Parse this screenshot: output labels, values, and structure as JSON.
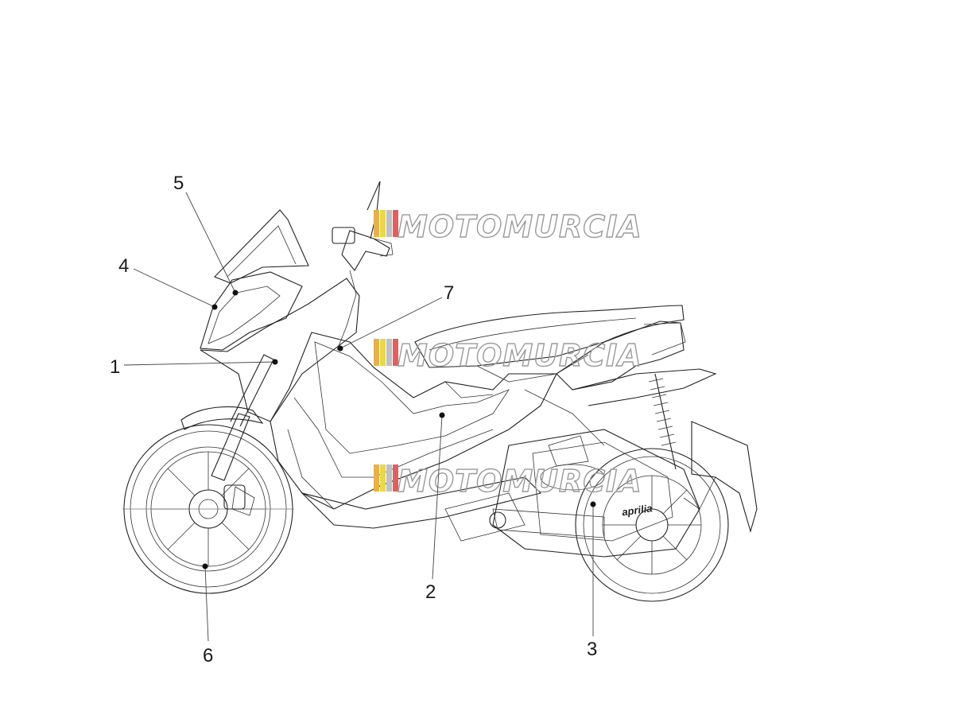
{
  "diagram": {
    "callouts": [
      {
        "id": "1",
        "label": "1"
      },
      {
        "id": "2",
        "label": "2"
      },
      {
        "id": "3",
        "label": "3"
      },
      {
        "id": "4",
        "label": "4"
      },
      {
        "id": "5",
        "label": "5"
      },
      {
        "id": "6",
        "label": "6"
      },
      {
        "id": "7",
        "label": "7"
      }
    ],
    "brand_mark": "aprilia"
  },
  "watermark": {
    "text": "MOTOMURCIA",
    "stripe_colors": [
      "#e8b04a",
      "#e8d84a",
      "#c0c0c0",
      "#e06060"
    ]
  }
}
